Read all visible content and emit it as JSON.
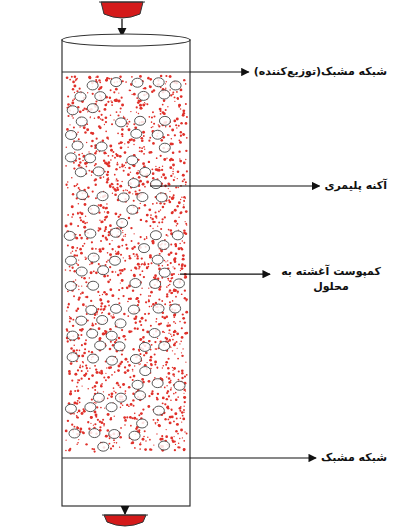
{
  "diagram": {
    "labels": [
      "شبکه مشبک(توزیع‌کننده)",
      "آکنه پلیمری",
      "کمپوست آغشته به محلول",
      "شبکه مشبک"
    ]
  }
}
